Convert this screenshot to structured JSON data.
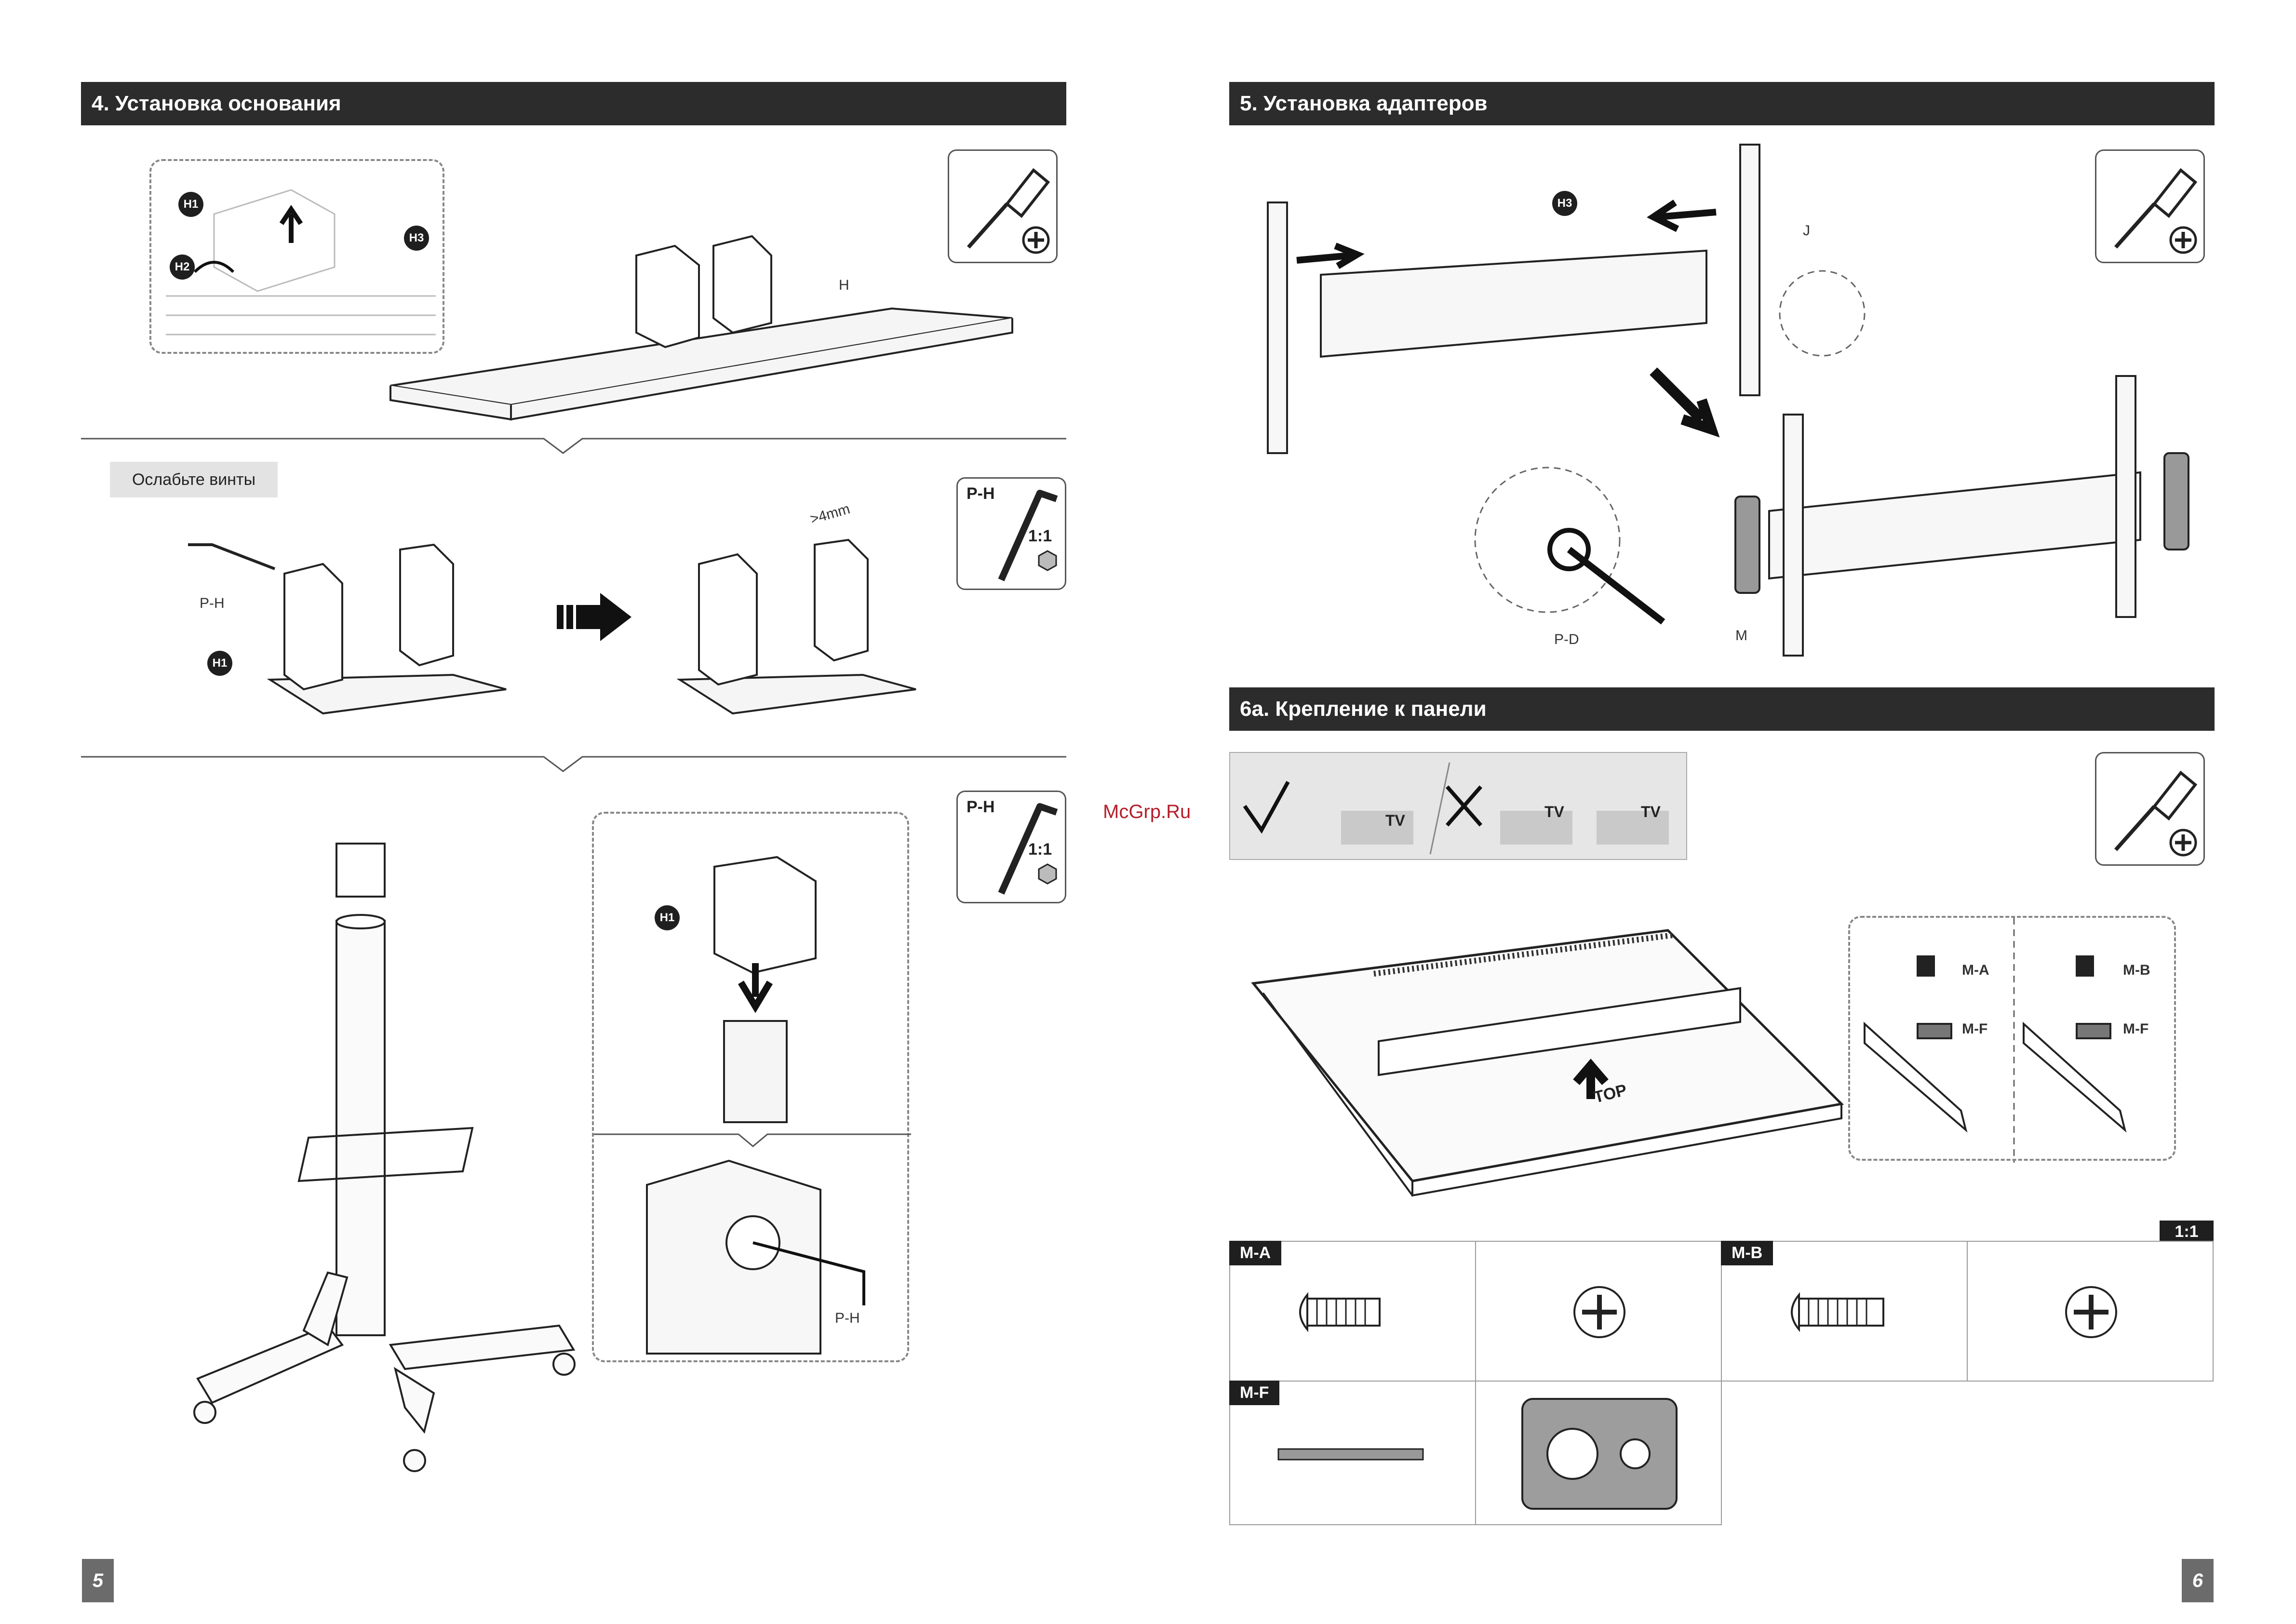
{
  "left_page": {
    "section4_title": "4. Установка основания",
    "loosen_label": "Ослабьте винты",
    "page_number": "5",
    "labels": {
      "h1": "H1",
      "h2": "H2",
      "h3": "H3",
      "h": "H",
      "ph": "P-H",
      "gap": ">4mm"
    },
    "tool_ph": {
      "name": "P-H",
      "scale": "1:1"
    }
  },
  "right_page": {
    "section5_title": "5. Установка адаптеров",
    "section6a_title": "6а. Крепление к панели",
    "page_number": "6",
    "labels": {
      "h3": "H3",
      "j": "J",
      "m": "M",
      "pd": "P-D",
      "tv": "TV",
      "top": "TOP",
      "ma": "M-A",
      "mb": "M-B",
      "mf": "M-F"
    },
    "hardware_scale": "1:1",
    "hardware": [
      {
        "tag": "M-A"
      },
      {
        "tag": "M-B"
      },
      {
        "tag": "M-F"
      }
    ]
  },
  "watermark": "McGrp.Ru",
  "colors": {
    "bar": "#2c2c2c",
    "panel": "#e6e6e6",
    "accent": "#1f1f1f"
  },
  "icons": [
    "screwdriver-icon",
    "hex-key-icon",
    "right-arrow-icon",
    "check-icon",
    "cross-icon"
  ]
}
